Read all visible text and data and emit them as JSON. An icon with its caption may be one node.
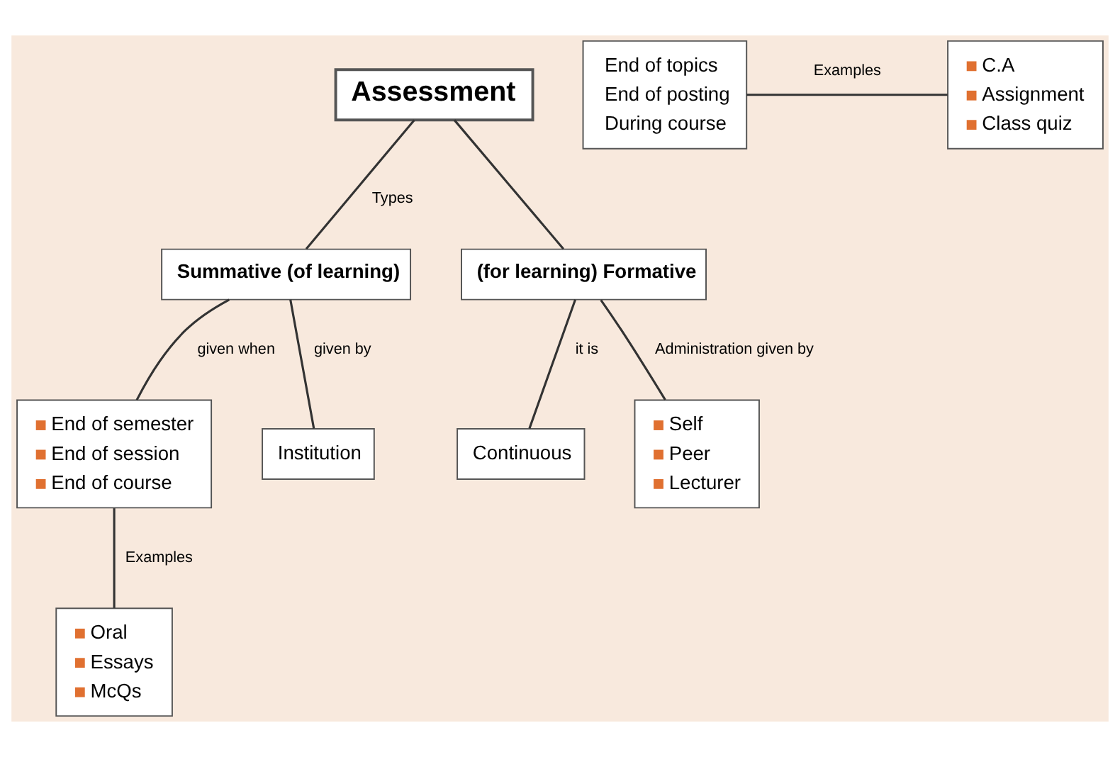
{
  "diagram": {
    "nodes": [
      {
        "text": [
          "Assessment"
        ]
      },
      {
        "text": [
          "Summative (of learning)"
        ]
      },
      {
        "text": [
          "(for learning) Formative"
        ]
      },
      {
        "text": [
          "End of semester",
          "End of session",
          "End of course"
        ]
      },
      {
        "text": [
          "Institution"
        ]
      },
      {
        "text": [
          "Continuous"
        ]
      },
      {
        "text": [
          "Self",
          "Peer",
          "Lecturer"
        ]
      },
      {
        "text": [
          "Oral",
          "Essays",
          "McQs"
        ]
      },
      {
        "text": [
          "End of topics",
          "End of posting",
          "During course"
        ]
      },
      {
        "text": [
          "C.A",
          "Assignment",
          "Class quiz"
        ]
      }
    ],
    "edges": [
      {
        "from": 0,
        "to": 1,
        "arrow": "none",
        "label": "Types"
      },
      {
        "from": 0,
        "to": 2,
        "arrow": "none"
      },
      {
        "from": 1,
        "to": 3,
        "arrow": "none",
        "label": "given when"
      },
      {
        "from": 1,
        "to": 4,
        "arrow": "none",
        "label": "given by"
      },
      {
        "from": 2,
        "to": 5,
        "arrow": "none",
        "label": "it is"
      },
      {
        "from": 2,
        "to": 6,
        "arrow": "none",
        "label": "Administration given by"
      },
      {
        "from": 3,
        "to": 7,
        "arrow": "none",
        "label": "Examples"
      },
      {
        "from": 8,
        "to": 9,
        "arrow": "none",
        "label": "Examples"
      }
    ]
  }
}
